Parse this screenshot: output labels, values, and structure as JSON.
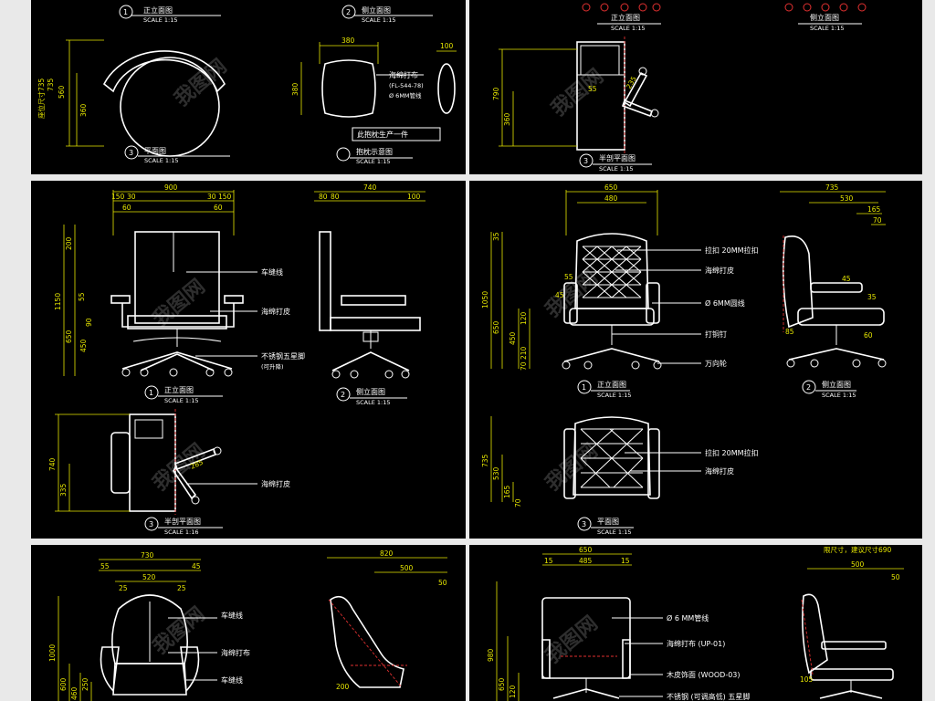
{
  "panels": {
    "p1": {
      "dims": {
        "d380": "380",
        "d100": "100",
        "d380v": "380",
        "d735": "735",
        "d560": "560",
        "d360": "360"
      },
      "view1": {
        "num": "1",
        "title": "正立面图",
        "scale": "SCALE 1:15"
      },
      "view2": {
        "num": "2",
        "title": "侧立面图",
        "scale": "SCALE 1:15"
      },
      "view3": {
        "num": "3",
        "title": "平面图",
        "scale": "SCALE 1:15"
      },
      "view4": {
        "title": "抱枕示意图",
        "scale": "SCALE 1:15"
      },
      "notes": {
        "fabric": "海绵打布",
        "code": "(FL-544-78)",
        "pipe": "Ø 6MM管线",
        "box": "此抱枕生产一件",
        "side_label": "座位尺寸735"
      }
    },
    "p2": {
      "dims": {
        "d790": "790",
        "d360": "360",
        "d55": "55",
        "d235": "235"
      },
      "view1": {
        "title": "正立面图",
        "scale": "SCALE 1:15"
      },
      "view2": {
        "title": "侧立面图",
        "scale": "SCALE 1:15"
      },
      "view3": {
        "num": "3",
        "title": "半剖平面图",
        "scale": "SCALE 1:15"
      }
    },
    "p3": {
      "dims": {
        "d900": "900",
        "d150a": "150",
        "d30a": "30",
        "d60a": "60",
        "d30b": "30",
        "d150b": "150",
        "d60b": "60",
        "d200": "200",
        "d1150": "1150",
        "d650": "650",
        "d450": "450",
        "d55": "55",
        "d90": "90",
        "d740": "740",
        "d80a": "80",
        "d80b": "80",
        "d100": "100",
        "d740b": "740",
        "d335": "335",
        "d285": "285"
      },
      "notes": {
        "stitch": "车缝线",
        "leather": "海绵打皮",
        "base": "不锈钢五星脚",
        "lift": "(可升降)",
        "leather2": "海绵打皮"
      },
      "view1": {
        "num": "1",
        "title": "正立面图",
        "scale": "SCALE 1:15"
      },
      "view2": {
        "num": "2",
        "title": "侧立面图",
        "scale": "SCALE 1:15"
      },
      "view3": {
        "num": "3",
        "title": "半剖平面图",
        "scale": "SCALE 1:16"
      }
    },
    "p4": {
      "dims": {
        "d650": "650",
        "d480": "480",
        "d735": "735",
        "d530": "530",
        "d165": "165",
        "d70": "70",
        "d35": "35",
        "d1050": "1050",
        "d650v": "650",
        "d55": "55",
        "d45": "45",
        "d120": "120",
        "d450": "450",
        "d210": "210",
        "d70b": "70",
        "d45b": "45",
        "d35b": "35",
        "d85": "85",
        "d60": "60",
        "d735v": "735",
        "d530v": "530",
        "d165v": "165",
        "d70v": "70"
      },
      "notes": {
        "nail": "拉扣 20MM拉扣",
        "leather": "海绵打皮",
        "pipe": "Ø 6MM圆线",
        "rivet": "打铜钉",
        "caster": "万向轮",
        "nail2": "拉扣 20MM拉扣",
        "leather2": "海绵打皮"
      },
      "view1": {
        "num": "1",
        "title": "正立面图",
        "scale": "SCALE 1:15"
      },
      "view2": {
        "num": "2",
        "title": "侧立面图",
        "scale": "SCALE 1:15"
      },
      "view3": {
        "num": "3",
        "title": "平面图",
        "scale": "SCALE 1:15"
      }
    },
    "p5": {
      "dims": {
        "d730": "730",
        "d55a": "55",
        "d520": "520",
        "d45": "45",
        "d25a": "25",
        "d25b": "25",
        "d820": "820",
        "d500": "500",
        "d50": "50",
        "d1000": "1000",
        "d600": "600",
        "d460": "460",
        "d250": "250",
        "d200": "200"
      },
      "notes": {
        "stitch": "车缝线",
        "fabric": "海绵打布",
        "stitch2": "车缝线"
      }
    },
    "p6": {
      "dims": {
        "d650": "650",
        "d485": "485",
        "d15": "15",
        "d15b": "15",
        "d980": "980",
        "d650v": "650",
        "d120": "120",
        "d500": "500",
        "d50": "50",
        "d105": "105"
      },
      "notes": {
        "pipe": "Ø 6 MM管线",
        "fabric": "海绵打布 (UP-01)",
        "wood": "木皮饰面 (WOOD-03)",
        "base": "不锈钢 (可调高低) 五星脚",
        "limit": "限尺寸，建议尺寸690"
      }
    }
  },
  "watermark": "我图网"
}
